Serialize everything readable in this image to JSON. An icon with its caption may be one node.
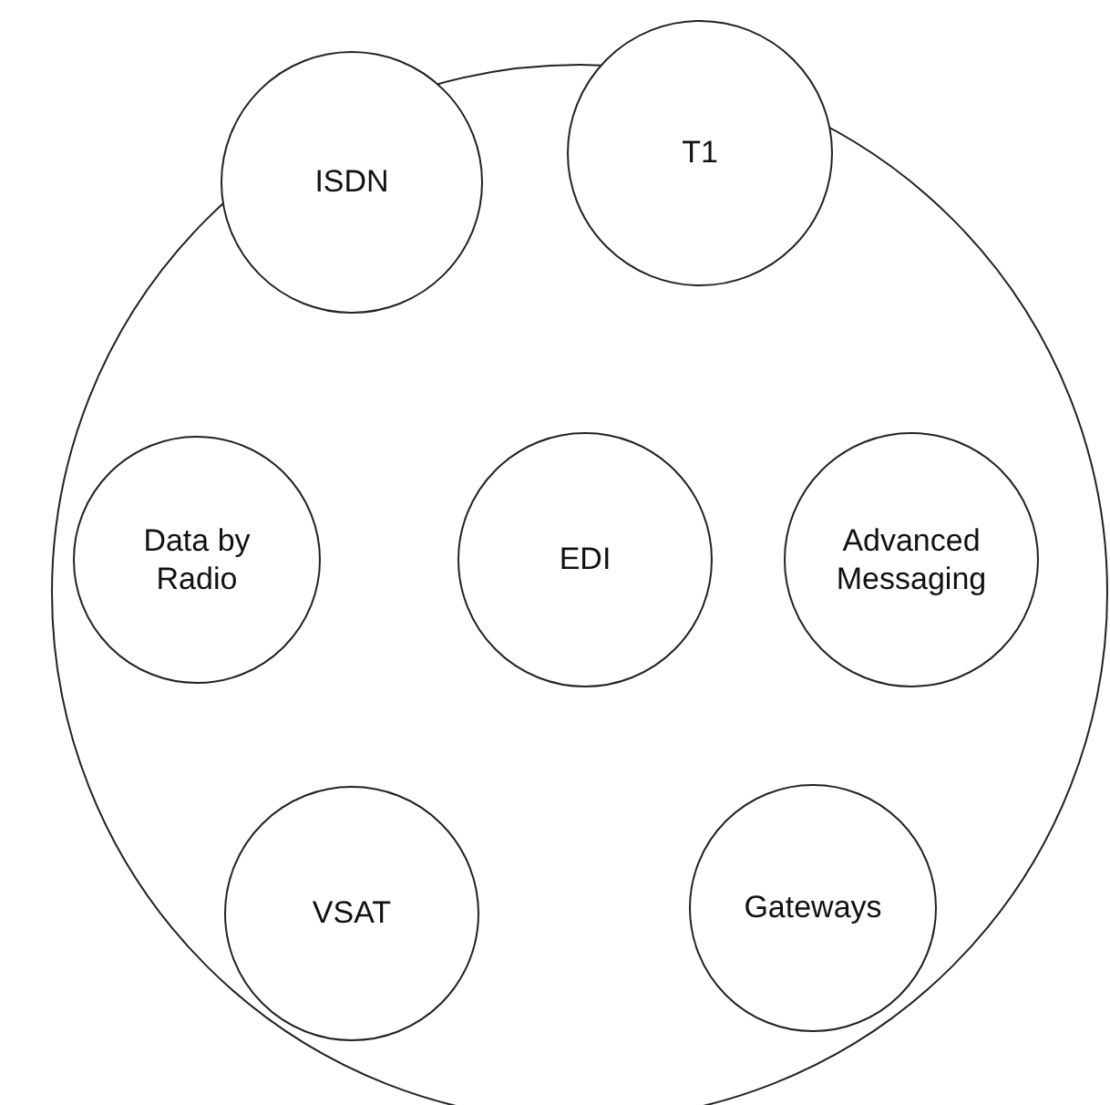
{
  "diagram": {
    "nodes": [
      {
        "text": [],
        "shape": "circle"
      },
      {
        "text": [
          "ISDN"
        ],
        "in": 0
      },
      {
        "text": [
          "T1"
        ],
        "in": 0
      },
      {
        "text": [
          "Data by Radio"
        ],
        "in": 0
      },
      {
        "text": [
          "EDI"
        ],
        "in": 0
      },
      {
        "text": [
          "Advanced Messaging"
        ],
        "in": 0
      },
      {
        "text": [
          "VSAT"
        ],
        "in": 0
      },
      {
        "text": [
          "Gateways"
        ],
        "in": 0
      }
    ],
    "edges": []
  }
}
